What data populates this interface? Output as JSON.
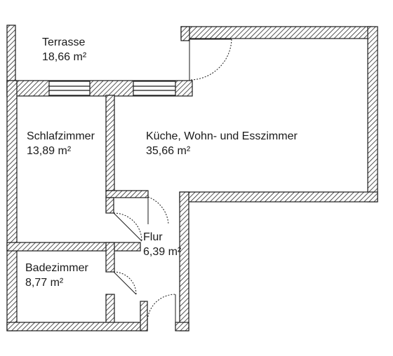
{
  "floor_plan": {
    "rooms": [
      {
        "id": "terrasse",
        "name": "Terrasse",
        "area": "18,66 m²"
      },
      {
        "id": "schlafzimmer",
        "name": "Schlafzimmer",
        "area": "13,89 m²"
      },
      {
        "id": "wohnzimmer",
        "name": "Küche, Wohn- und Esszimmer",
        "area": "35,66 m²"
      },
      {
        "id": "flur",
        "name": "Flur",
        "area": "6,39 m²"
      },
      {
        "id": "badezimmer",
        "name": "Badezimmer",
        "area": "8,77 m²"
      }
    ]
  }
}
